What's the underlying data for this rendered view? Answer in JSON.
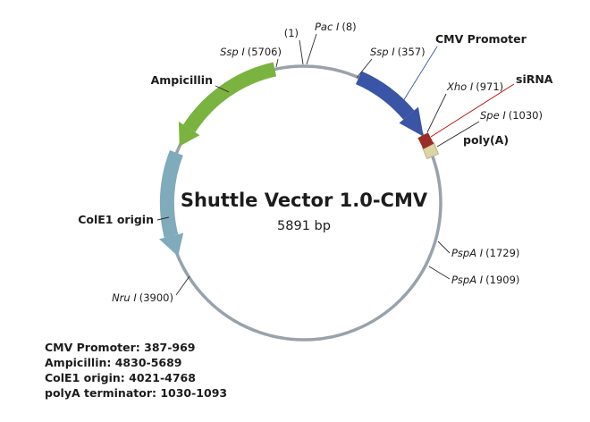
{
  "plasmid": {
    "title": "Shuttle Vector 1.0-CMV",
    "size": "5891 bp"
  },
  "features": {
    "cmv_promoter": {
      "label": "CMV Promoter",
      "color": "#3a55a5"
    },
    "sirna": {
      "label": "siRNA",
      "color": "#9c2d26",
      "leader_color": "#c00000"
    },
    "polya": {
      "label": "poly(A)",
      "color": "#dbd4a5"
    },
    "ampicillin": {
      "label": "Ampicillin",
      "color": "#7ab33f"
    },
    "cole1_origin": {
      "label": "ColE1 origin",
      "color": "#7fabbb"
    }
  },
  "sites": [
    {
      "name": "",
      "pos": "(1)"
    },
    {
      "name": "Pac I",
      "pos": "(8)"
    },
    {
      "name": "Ssp I",
      "pos": "(357)"
    },
    {
      "name": "Xho I",
      "pos": "(971)"
    },
    {
      "name": "Spe I",
      "pos": "(1030)"
    },
    {
      "name": "PspA I",
      "pos": "(1729)"
    },
    {
      "name": "PspA I",
      "pos": "(1909)"
    },
    {
      "name": "Nru I",
      "pos": "(3900)"
    },
    {
      "name": "Ssp I",
      "pos": "(5706)"
    }
  ],
  "legend": {
    "lines": [
      "CMV Promoter: 387-969",
      "Ampicillin: 4830-5689",
      "ColE1 origin: 4021-4768",
      "polyA terminator: 1030-1093"
    ]
  }
}
